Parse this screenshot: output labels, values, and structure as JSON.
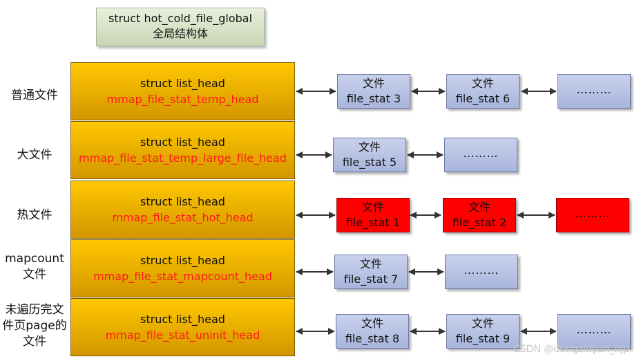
{
  "title": {
    "line1": "struct hot_cold_file_global",
    "line2": "全局结构体"
  },
  "rows": [
    {
      "label": "普通文件",
      "head_type": "struct list_head",
      "head_name": "mmap_file_stat_temp_head",
      "nodes": [
        {
          "line1": "文件",
          "line2": "file_stat 3"
        },
        {
          "line1": "文件",
          "line2": "file_stat 6"
        },
        {
          "dots": "………"
        }
      ]
    },
    {
      "label": "大文件",
      "head_type": "struct list_head",
      "head_name": "mmap_file_stat_temp_large_file_head",
      "nodes": [
        {
          "line1": "文件",
          "line2": "file_stat 5"
        },
        {
          "dots": "………"
        }
      ]
    },
    {
      "label": "热文件",
      "head_type": "struct list_head",
      "head_name": "mmap_file_stat_hot_head",
      "nodes": [
        {
          "line1": "文件",
          "line2": "file_stat 1"
        },
        {
          "line1": "文件",
          "line2": "file_stat 2"
        },
        {
          "dots": "………"
        }
      ]
    },
    {
      "label_line1": "mapcount",
      "label_line2": "文件",
      "head_type": "struct list_head",
      "head_name": "mmap_file_stat_mapcount_head",
      "nodes": [
        {
          "line1": "文件",
          "line2": "file_stat 7"
        },
        {
          "dots": "………"
        }
      ]
    },
    {
      "label_line1": "未遍历完文",
      "label_line2": "件页page的",
      "label_line3": "文件",
      "head_type": "struct list_head",
      "head_name": "mmap_file_stat_uninit_head",
      "nodes": [
        {
          "line1": "文件",
          "line2": "file_stat 8"
        },
        {
          "line1": "文件",
          "line2": "file_stat 9"
        },
        {
          "dots": "………"
        }
      ]
    }
  ],
  "colors": {
    "head_fill": "#ffc800",
    "head_name_text": "#ff1a1a",
    "node_fill": "#b8c4e6",
    "hot_node_fill": "#ff0000"
  },
  "watermark": "CSDN @dongzhiyan_hjp"
}
